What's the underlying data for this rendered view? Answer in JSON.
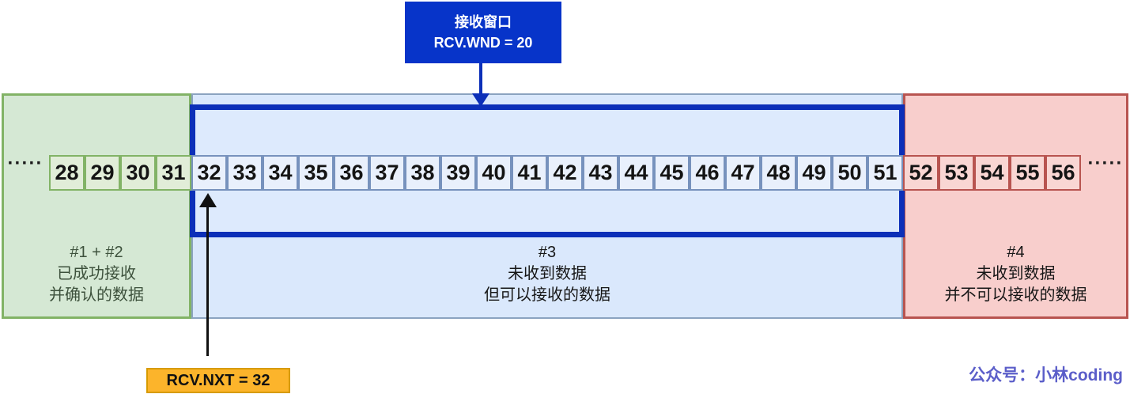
{
  "top_label": {
    "line1": "接收窗口",
    "line2": "RCV.WND = 20"
  },
  "sequence": {
    "left_ellipsis": "·····",
    "right_ellipsis": "·····",
    "segments": [
      {
        "css": "acked",
        "meaning": "received-and-acked",
        "numbers": [
          28,
          29,
          30,
          31
        ]
      },
      {
        "css": "window",
        "meaning": "receivable-window",
        "numbers": [
          32,
          33,
          34,
          35,
          36,
          37,
          38,
          39,
          40,
          41,
          42,
          43,
          44,
          45,
          46,
          47,
          48,
          49,
          50,
          51
        ]
      },
      {
        "css": "beyond",
        "meaning": "not-receivable",
        "numbers": [
          52,
          53,
          54,
          55,
          56
        ]
      }
    ]
  },
  "regions": {
    "acked": {
      "tag": "#1 + #2",
      "line1": "已成功接收",
      "line2": "并确认的数据"
    },
    "window": {
      "tag": "#3",
      "line1": "未收到数据",
      "line2": "但可以接收的数据"
    },
    "beyond": {
      "tag": "#4",
      "line1": "未收到数据",
      "line2": "并不可以接收的数据"
    }
  },
  "bottom_label": {
    "text": "RCV.NXT = 32"
  },
  "watermark": "公众号：小林coding",
  "colors": {
    "window_border_blue": "#0c2fb8",
    "top_label_fill": "#0734c9",
    "acked_fill": "#d5e8d4",
    "acked_stroke": "#82b366",
    "window_fill": "#dae8fc",
    "window_stroke": "#6c8ebf",
    "beyond_fill": "#f8cecc",
    "beyond_stroke": "#b85450",
    "rcv_nxt_fill": "#fcb42b",
    "rcv_nxt_stroke": "#d79b00",
    "watermark_purple": "#5b5ec9"
  }
}
